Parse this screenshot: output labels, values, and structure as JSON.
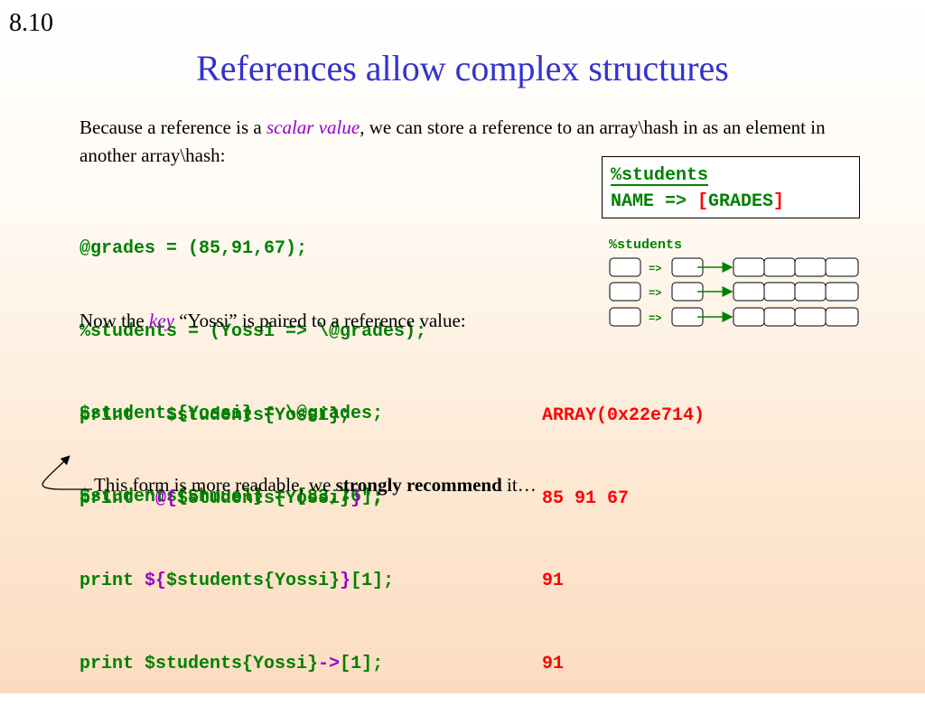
{
  "slide_number": "8.10",
  "title": "References allow complex structures",
  "intro": {
    "part1": "Because a reference is a ",
    "emphasis": "scalar value",
    "part2": ", we can store a reference to an array\\hash in as an element in another array\\hash:"
  },
  "code_lines": [
    "@grades = (85,91,67);",
    "%students = (Yossi => \\@grades);",
    "$students{Yossi} = \\@grades;",
    "$students{Shmuel} = [83,76];"
  ],
  "structure_box": {
    "header": "%students",
    "row_name": "NAME => ",
    "bracket_open": "[",
    "row_value": "GRADES",
    "bracket_close": "]"
  },
  "diagram": {
    "label": "%students",
    "arrow_label": "=>"
  },
  "now_line": {
    "part1": "Now the ",
    "emphasis": "key",
    "part2": " “Yossi” is paired to a reference value:"
  },
  "print_lines": [
    {
      "a": "print   $students{Yossi};",
      "b": "",
      "c": "",
      "d": ""
    },
    {
      "a": "print \"",
      "b": "@{",
      "c": "$students{Yossi}",
      "d": "}",
      "e": "\";"
    },
    {
      "a": "print ",
      "b": "${",
      "c": "$students{Yossi}",
      "d": "}",
      "e": "[1];"
    },
    {
      "a": "print $students{Yossi}",
      "b": "->",
      "c": "[1];",
      "d": "",
      "e": ""
    }
  ],
  "outputs": [
    "ARRAY(0x22e714)",
    "85 91 67",
    "91",
    "91"
  ],
  "note": {
    "part1": "This form is more readable, we ",
    "bold": "strongly recommend",
    "part2": " it…"
  }
}
